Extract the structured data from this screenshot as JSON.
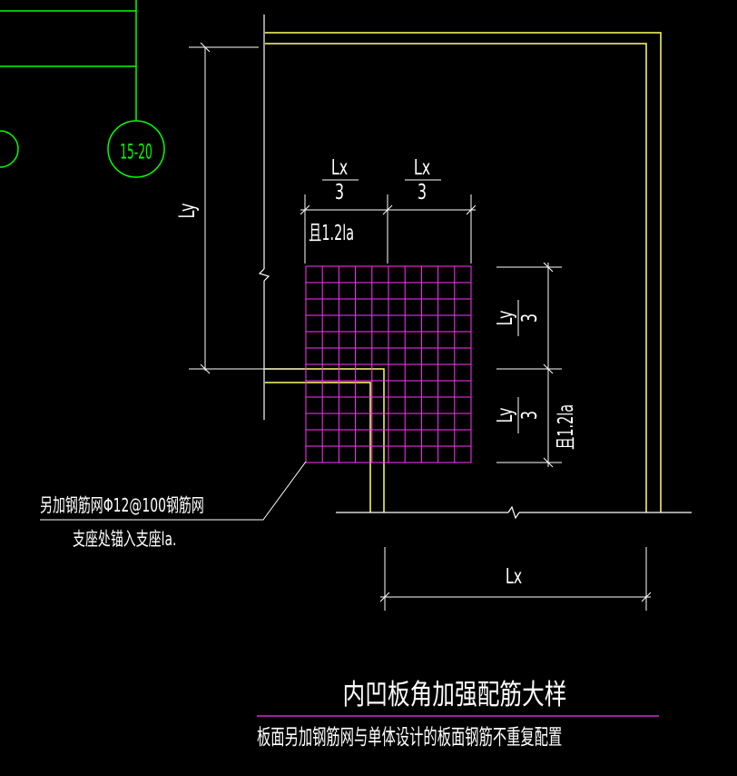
{
  "colors": {
    "background": "#000000",
    "white": "#ffffff",
    "green": "#00ff00",
    "yellow": "#ffff66",
    "magenta": "#ff33ff"
  },
  "grid_label": "15-20",
  "dimensions": {
    "top_left_num": "Lx",
    "top_left_den": "3",
    "top_right_num": "Lx",
    "top_right_den": "3",
    "anchor_top": "且1.2la",
    "left_vertical": "Ly",
    "right_upper_num": "Ly",
    "right_upper_den": "3",
    "right_lower_num": "Ly",
    "right_lower_den": "3",
    "anchor_right": "且1.2la",
    "bottom": "Lx"
  },
  "callout": {
    "line1": "另加钢筋网Φ12@100钢筋网",
    "line2": "支座处锚入支座la."
  },
  "title": "内凹板角加强配筋大样",
  "note": "板面另加钢筋网与单体设计的板面钢筋不重复配置"
}
